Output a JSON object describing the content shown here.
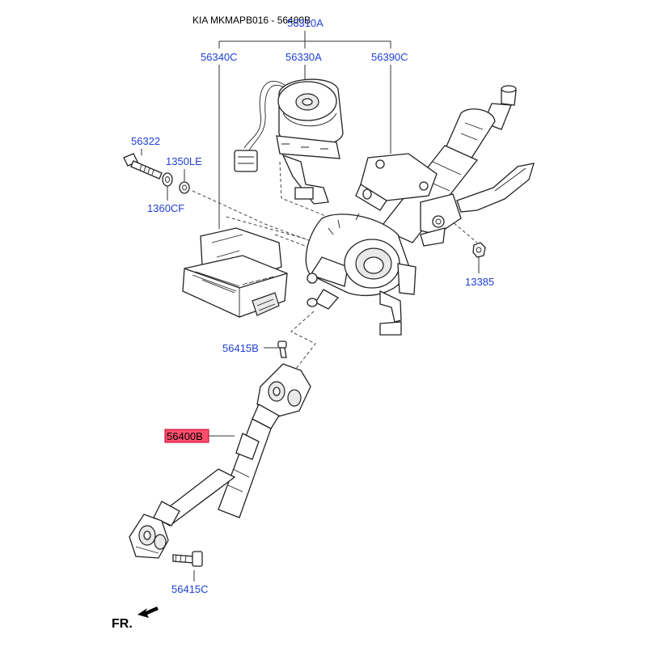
{
  "header": {
    "title": "KIA MKMAPB016 - 56400B",
    "group_label": "56310A"
  },
  "labels": {
    "l56340C": "56340C",
    "l56330A": "56330A",
    "l56390C": "56390C",
    "l56322": "56322",
    "l1350LE": "1350LE",
    "l1360CF": "1360CF",
    "l13385": "13385",
    "l56415B": "56415B",
    "l56400B": "56400B",
    "l56415C": "56415C"
  },
  "direction": {
    "label": "FR."
  },
  "colors": {
    "label_blue": "#1f3fd6",
    "highlight_fill": "#ff4d6d",
    "highlight_border": "#c00020"
  }
}
